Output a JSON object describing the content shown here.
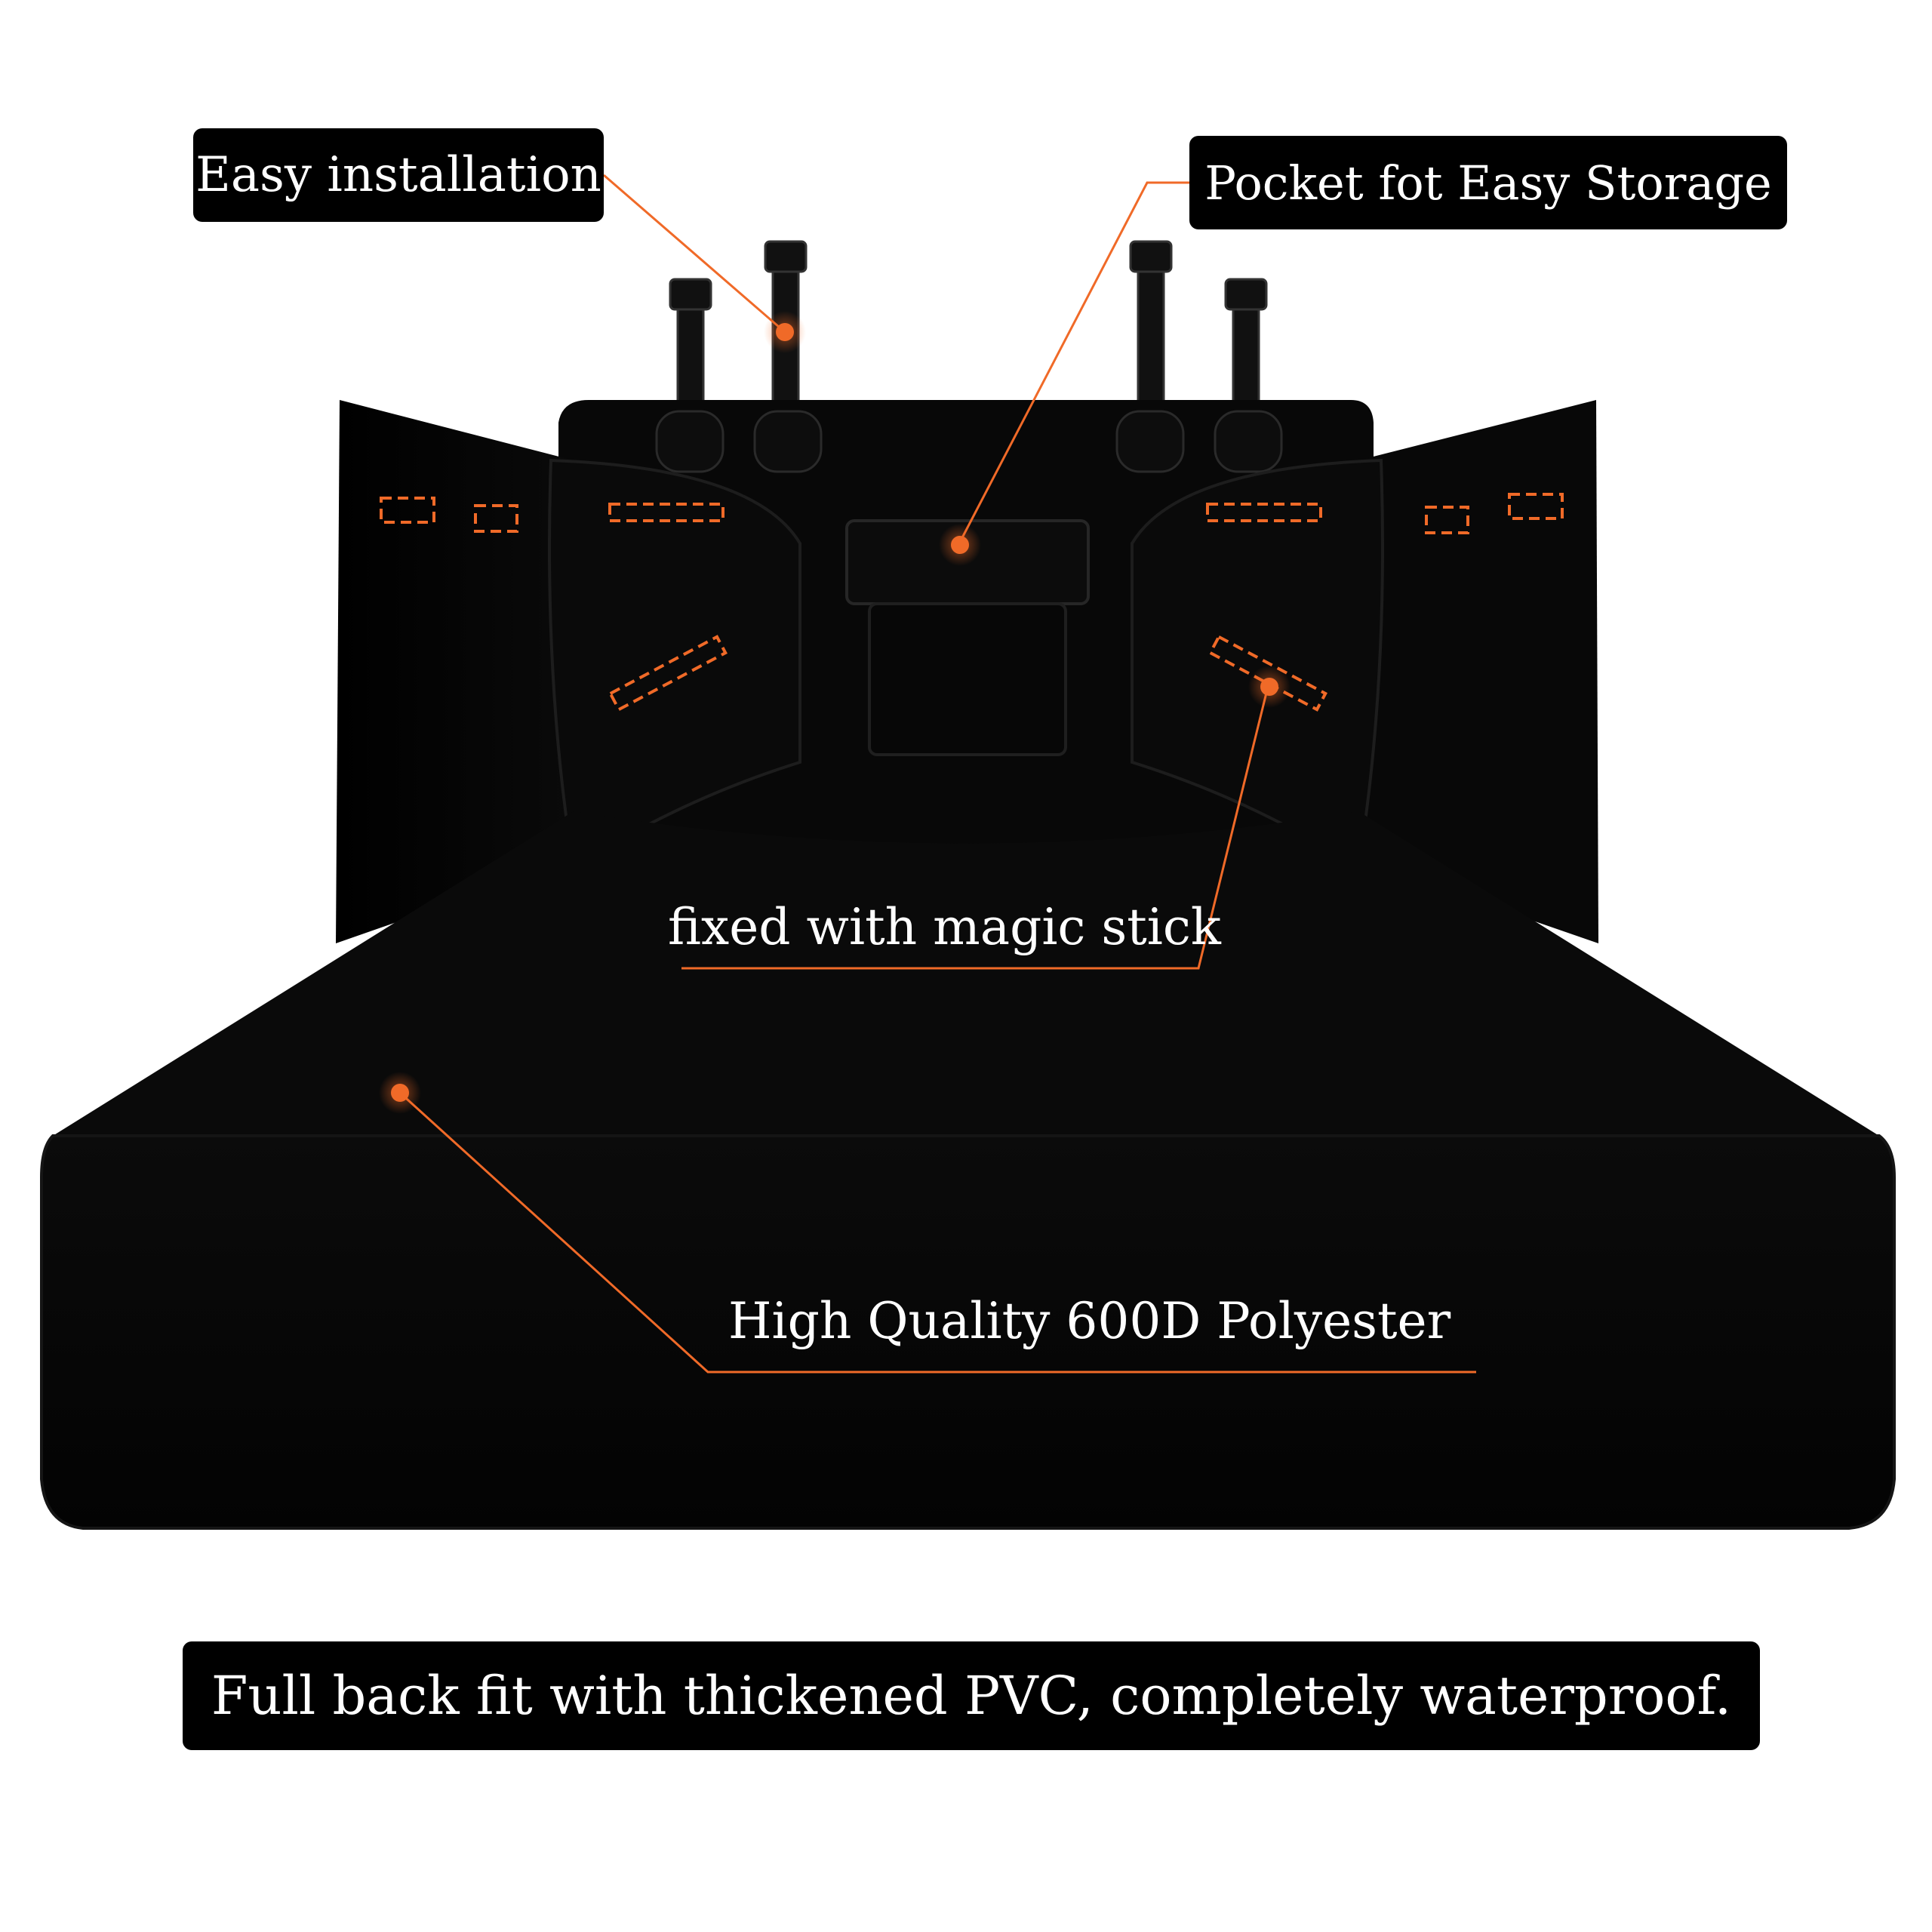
{
  "callouts": {
    "installation": "Easy installation",
    "pocket": "Pocket fot Easy Storage",
    "magic_stick": "fixed with magic stick",
    "material": "High Quality 600D Polyester"
  },
  "footer_caption": "Full back fit with thickened PVC, completely waterproof.",
  "colors": {
    "background": "#ffffff",
    "product": "#050505",
    "accent": "#f06a28",
    "label_bg": "#000000",
    "label_text": "#ffffff"
  }
}
